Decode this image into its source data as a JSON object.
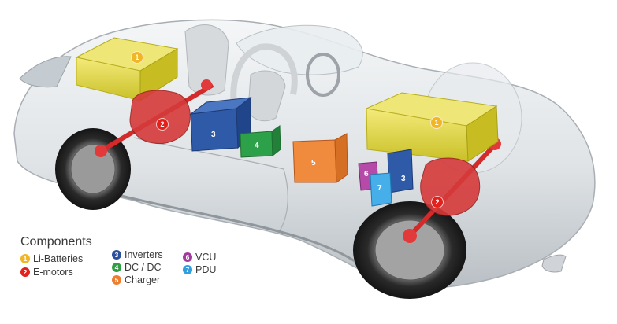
{
  "legend": {
    "title": "Components",
    "items": [
      {
        "num": "1",
        "label": "Li-Batteries",
        "color": "#f1b624"
      },
      {
        "num": "2",
        "label": "E-motors",
        "color": "#e3201b"
      },
      {
        "num": "3",
        "label": "Inverters",
        "color": "#2c4f9c"
      },
      {
        "num": "4",
        "label": "DC / DC",
        "color": "#2e9e42"
      },
      {
        "num": "5",
        "label": "Charger",
        "color": "#ee7d2d"
      },
      {
        "num": "6",
        "label": "VCU",
        "color": "#a23a9d"
      },
      {
        "num": "7",
        "label": "PDU",
        "color": "#2f9fe0"
      }
    ]
  },
  "callouts": {
    "battery_front": "1",
    "battery_rear": "1",
    "motor_front": "2",
    "motor_rear": "2",
    "inverter_front": "3",
    "inverter_rear": "3",
    "dcdc": "4",
    "charger": "5",
    "vcu": "6",
    "pdu": "7"
  }
}
